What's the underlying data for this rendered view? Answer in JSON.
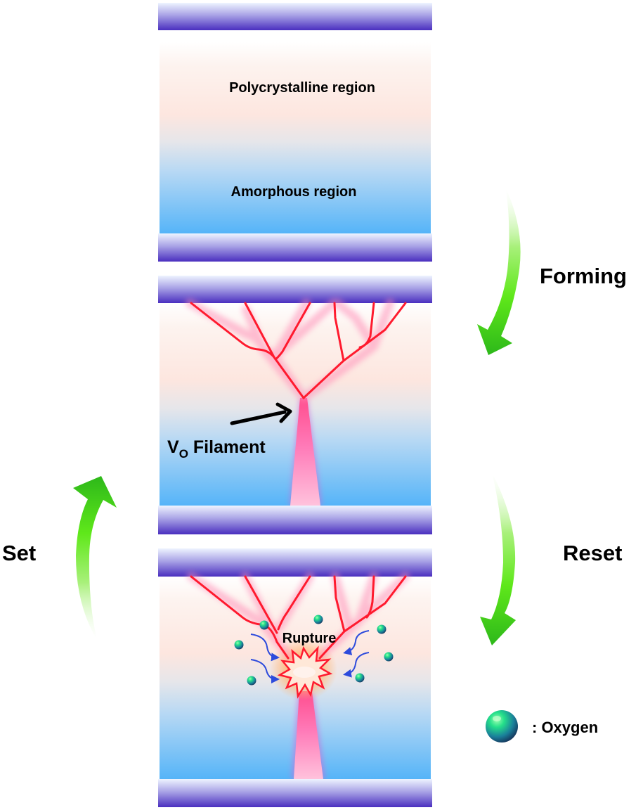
{
  "figure": {
    "title": "Resistive switching mechanism: oxygen vacancy filament formation, rupture and set",
    "panels": [
      {
        "id": "initial",
        "labels": {
          "top_region": "Polycrystalline region",
          "bottom_region": "Amorphous region"
        }
      },
      {
        "id": "formed",
        "labels": {
          "filament_main": "V",
          "filament_sub": "O",
          "filament_rest": " Filament"
        }
      },
      {
        "id": "reset",
        "labels": {
          "rupture": "Rupture"
        }
      }
    ],
    "transitions": {
      "forming": "Forming",
      "reset": "Reset",
      "set": "Set"
    },
    "legend": {
      "oxygen_label": ": Oxygen"
    },
    "colors": {
      "electrode_dark": "#4a2fbf",
      "electrode_light": "#eef4ff",
      "poly_region": "#fde8e0",
      "amorphous_region": "#55b4f8",
      "filament_red": "#ff1a2e",
      "filament_pink": "#ff7ab8",
      "arrow_green": "#33cc00",
      "oxygen_teal": "#1fb38a",
      "migration_arrow": "#2d4bdc"
    }
  }
}
